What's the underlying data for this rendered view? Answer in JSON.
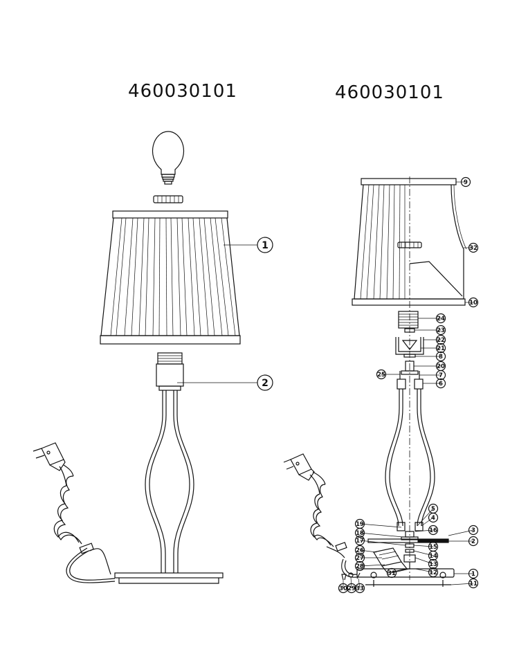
{
  "assembled": {
    "model": "460030101",
    "callouts": [
      {
        "id": "callout-1",
        "label": "1"
      },
      {
        "id": "callout-2",
        "label": "2"
      }
    ]
  },
  "exploded": {
    "model": "460030101",
    "callouts_right": [
      {
        "id": "r9",
        "label": "9"
      },
      {
        "id": "r32",
        "label": "32"
      },
      {
        "id": "r10",
        "label": "10"
      },
      {
        "id": "r24",
        "label": "24"
      },
      {
        "id": "r23",
        "label": "23"
      },
      {
        "id": "r22",
        "label": "22"
      },
      {
        "id": "r21",
        "label": "21"
      },
      {
        "id": "r8",
        "label": "8"
      },
      {
        "id": "r20",
        "label": "20"
      },
      {
        "id": "r7",
        "label": "7"
      },
      {
        "id": "r6",
        "label": "6"
      },
      {
        "id": "r5",
        "label": "5"
      },
      {
        "id": "r4",
        "label": "4"
      },
      {
        "id": "r3",
        "label": "3"
      },
      {
        "id": "r16",
        "label": "16"
      },
      {
        "id": "r2",
        "label": "2"
      },
      {
        "id": "r15",
        "label": "15"
      },
      {
        "id": "r14",
        "label": "14"
      },
      {
        "id": "r13",
        "label": "13"
      },
      {
        "id": "r12",
        "label": "12"
      },
      {
        "id": "r1",
        "label": "1"
      },
      {
        "id": "r11",
        "label": "11"
      }
    ],
    "callouts_left": [
      {
        "id": "l25",
        "label": "25"
      },
      {
        "id": "l19",
        "label": "19"
      },
      {
        "id": "l18",
        "label": "18"
      },
      {
        "id": "l17",
        "label": "17"
      },
      {
        "id": "l26",
        "label": "26"
      },
      {
        "id": "l27",
        "label": "27"
      },
      {
        "id": "l28",
        "label": "28"
      },
      {
        "id": "l31",
        "label": "31"
      }
    ],
    "callouts_bottom": [
      {
        "id": "b30",
        "label": "30"
      },
      {
        "id": "b29",
        "label": "29"
      },
      {
        "id": "b33",
        "label": "33"
      }
    ]
  }
}
